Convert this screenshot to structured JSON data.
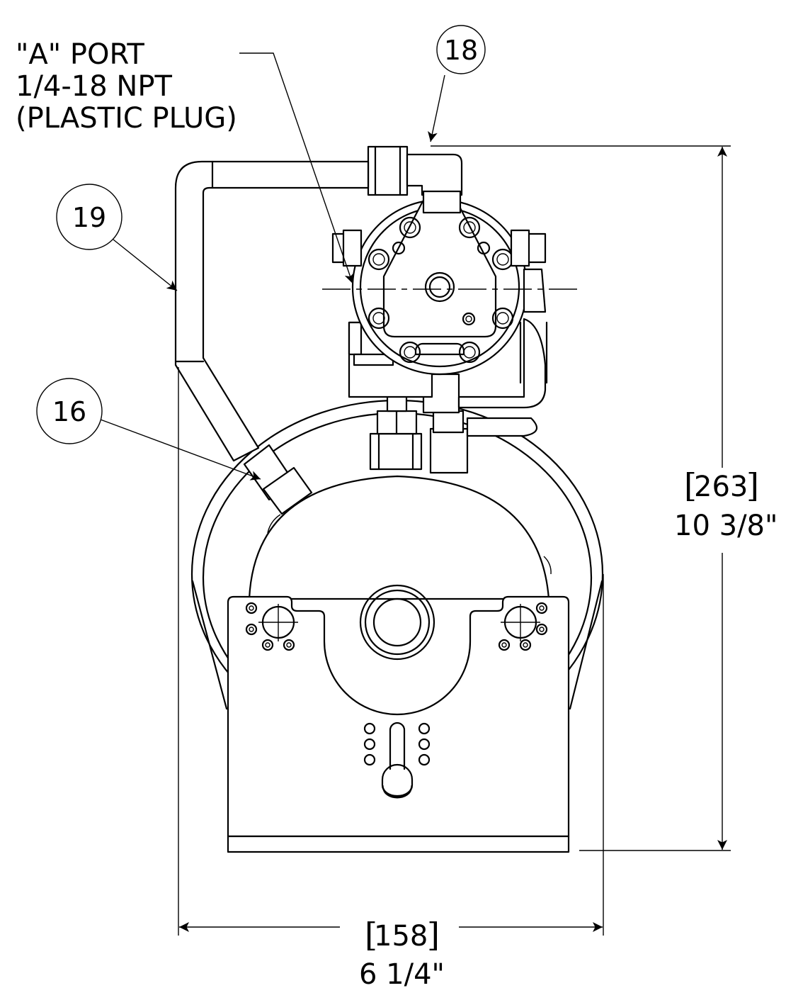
{
  "port_note": {
    "line1": "\"A\" PORT",
    "line2": "1/4-18 NPT",
    "line3": "(PLASTIC PLUG)"
  },
  "balloons": {
    "b18": "18",
    "b19": "19",
    "b16": "16"
  },
  "dimensions": {
    "height": {
      "bracket_left": "[",
      "metric": "263",
      "bracket_right": "]",
      "imperial": "10 3/8\""
    },
    "width": {
      "bracket_left": "[",
      "metric": "158",
      "bracket_right": "]",
      "imperial": "6 1/4\""
    }
  }
}
